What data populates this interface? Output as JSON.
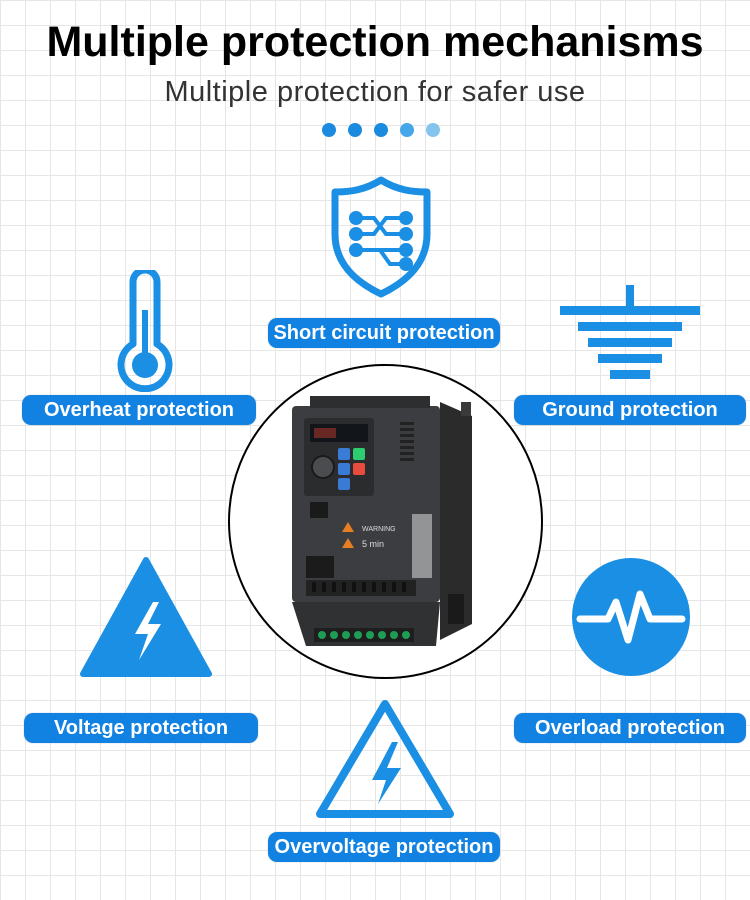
{
  "header": {
    "title": "Multiple protection mechanisms",
    "subtitle": "Multiple protection for safer use"
  },
  "colors": {
    "accent": "#1282e2",
    "icon": "#1a8fe3"
  },
  "pagination_dots": 5,
  "features": [
    {
      "label": "Short circuit protection",
      "icon": "shield-circuit-icon"
    },
    {
      "label": "Overheat protection",
      "icon": "thermometer-icon"
    },
    {
      "label": "Ground protection",
      "icon": "ground-icon"
    },
    {
      "label": "Voltage protection",
      "icon": "warning-lightning-icon"
    },
    {
      "label": "Overload protection",
      "icon": "pulse-circle-icon"
    },
    {
      "label": "Overvoltage protection",
      "icon": "outline-warning-lightning-icon"
    }
  ],
  "device": {
    "warning_text": "WARNING",
    "time_text": "5 min",
    "icon": "frequency-inverter-device"
  }
}
